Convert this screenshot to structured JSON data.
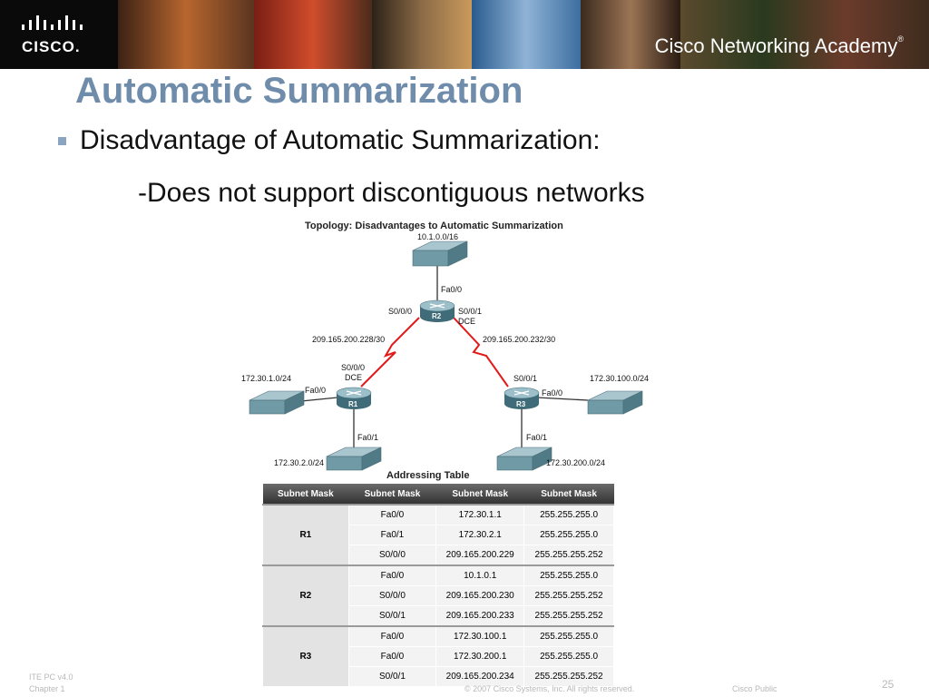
{
  "header": {
    "logo_text": "CISCO.",
    "academy_text": "Cisco Networking Academy"
  },
  "slide": {
    "title": "Automatic Summarization",
    "bullet": "Disadvantage of Automatic Summarization:",
    "sub_point": "-Does not support discontiguous networks"
  },
  "topology": {
    "title": "Topology: Disadvantages to Automatic Summarization",
    "r2": {
      "label": "R2",
      "net": "10.1.0.0/16",
      "fa00": "Fa0/0",
      "s000": "S0/0/0",
      "s001": "S0/0/1",
      "dce": "DCE"
    },
    "r1": {
      "label": "R1",
      "s000": "S0/0/0",
      "dce": "DCE",
      "fa00": "Fa0/0",
      "fa01": "Fa0/1",
      "lan1": "172.30.1.0/24",
      "lan2": "172.30.2.0/24"
    },
    "r3": {
      "label": "R3",
      "s001": "S0/0/1",
      "fa00": "Fa0/0",
      "fa01": "Fa0/1",
      "lan1": "172.30.100.0/24",
      "lan2": "172.30.200.0/24"
    },
    "link_left": "209.165.200.228/30",
    "link_right": "209.165.200.232/30"
  },
  "addressing": {
    "title": "Addressing Table",
    "headers": [
      "Subnet Mask",
      "Subnet Mask",
      "Subnet Mask",
      "Subnet Mask"
    ],
    "groups": [
      {
        "device": "R1",
        "rows": [
          [
            "Fa0/0",
            "172.30.1.1",
            "255.255.255.0"
          ],
          [
            "Fa0/1",
            "172.30.2.1",
            "255.255.255.0"
          ],
          [
            "S0/0/0",
            "209.165.200.229",
            "255.255.255.252"
          ]
        ]
      },
      {
        "device": "R2",
        "rows": [
          [
            "Fa0/0",
            "10.1.0.1",
            "255.255.255.0"
          ],
          [
            "S0/0/0",
            "209.165.200.230",
            "255.255.255.252"
          ],
          [
            "S0/0/1",
            "209.165.200.233",
            "255.255.255.252"
          ]
        ]
      },
      {
        "device": "R3",
        "rows": [
          [
            "Fa0/0",
            "172.30.100.1",
            "255.255.255.0"
          ],
          [
            "Fa0/0",
            "172.30.200.1",
            "255.255.255.0"
          ],
          [
            "S0/0/1",
            "209.165.200.234",
            "255.255.255.252"
          ]
        ]
      }
    ]
  },
  "footer": {
    "course": "ITE PC v4.0",
    "chapter": "Chapter 1",
    "copyright": "© 2007 Cisco Systems, Inc. All rights reserved.",
    "classification": "Cisco Public",
    "page": "25"
  },
  "colors": {
    "title": "#6f8cab",
    "serial_link": "#e21a1a",
    "router": "#5f8a96",
    "switch": "#6f9aa6"
  }
}
